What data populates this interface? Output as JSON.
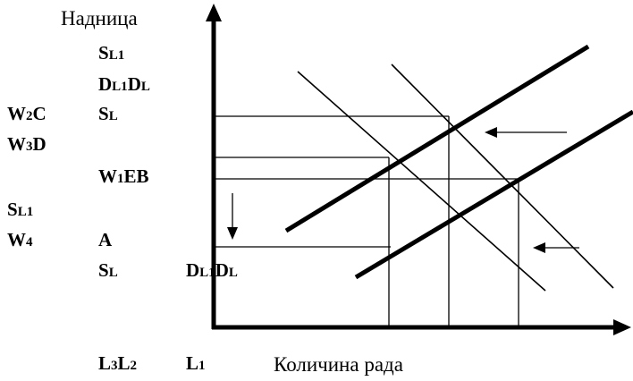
{
  "y_axis_label": "Надница",
  "x_axis_label": "Количина рада",
  "labels": {
    "sl1_top": {
      "main": "S",
      "sub": "L1"
    },
    "dl1dl_top": {
      "main1": "D",
      "sub1": "L1",
      "main2": "D",
      "sub2": "L"
    },
    "w2c": {
      "main1": "W",
      "sub1": "2",
      "main2": "C"
    },
    "sl_mid": {
      "main": "S",
      "sub": "L"
    },
    "w3d": {
      "main1": "W",
      "sub1": "3",
      "main2": "D"
    },
    "w1eb": {
      "main1": "W",
      "sub1": "1",
      "main2": "EB"
    },
    "sl1_left": {
      "main": "S",
      "sub": "L1"
    },
    "w4": {
      "main": "W",
      "sub": "4"
    },
    "a": "A",
    "sl_low": {
      "main": "S",
      "sub": "L"
    },
    "dl1dl_low": {
      "main1": "D",
      "sub1": "L1",
      "main2": "D",
      "sub2": "L"
    },
    "l3l2": {
      "main1": "L",
      "sub1": "3",
      "main2": "L",
      "sub2": "2"
    },
    "l1": {
      "main": "L",
      "sub": "1"
    }
  },
  "colors": {
    "ink": "#000000",
    "background": "#ffffff"
  }
}
